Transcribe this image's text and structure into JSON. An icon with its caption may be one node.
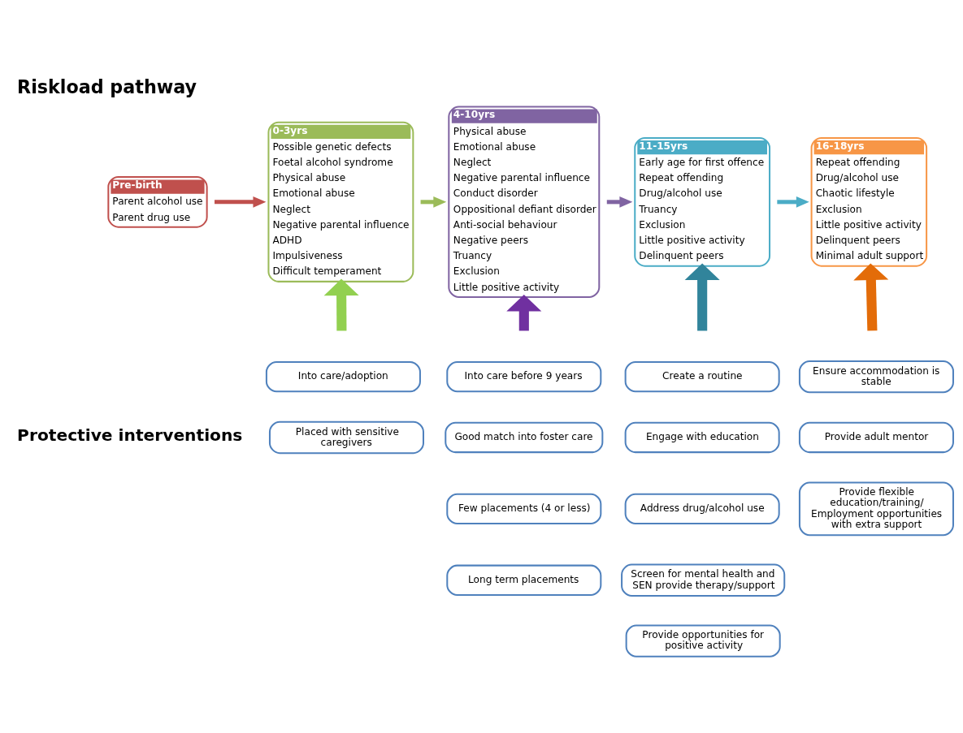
{
  "diagram": {
    "title": "Riskload pathway",
    "nodes": [
      {
        "text": [
          "Pre-birth",
          "Parent alcohol use",
          "Parent drug use"
        ]
      },
      {
        "text": [
          "0-3yrs",
          "Possible genetic defects",
          "Foetal alcohol syndrome",
          "Physical abuse",
          "Emotional abuse",
          "Neglect",
          "Negative parental influence",
          "ADHD",
          "Impulsiveness",
          "Difficult temperament"
        ]
      },
      {
        "text": [
          "4-10yrs",
          "Physical abuse",
          "Emotional abuse",
          "Neglect",
          "Negative parental influence",
          "Conduct disorder",
          "Oppositional defiant disorder",
          "Anti-social behaviour",
          "Negative peers",
          "Truancy",
          "Exclusion",
          "Little positive activity"
        ]
      },
      {
        "text": [
          "11-15yrs",
          "Early age for first offence",
          "Repeat offending",
          "Drug/alcohol use",
          "Truancy",
          "Exclusion",
          "Little positive activity",
          "Delinquent peers"
        ]
      },
      {
        "text": [
          "16-18yrs",
          "Repeat offending",
          "Drug/alcohol use",
          "Chaotic lifestyle",
          "Exclusion",
          "Little positive activity",
          "Delinquent peers",
          "Minimal adult support"
        ]
      },
      {
        "text": [
          "Into care/adoption"
        ]
      },
      {
        "text": [
          "Placed with sensitive caregivers"
        ]
      },
      {
        "text": [
          "Into care before 9 years"
        ]
      },
      {
        "text": [
          "Good match into foster care"
        ]
      },
      {
        "text": [
          "Few placements (4 or less)"
        ]
      },
      {
        "text": [
          "Long term placements"
        ]
      },
      {
        "text": [
          "Create a routine"
        ]
      },
      {
        "text": [
          "Engage with education"
        ]
      },
      {
        "text": [
          "Address drug/alcohol use"
        ]
      },
      {
        "text": [
          "Screen for mental health and SEN provide therapy/support"
        ]
      },
      {
        "text": [
          "Provide opportunities for positive activity"
        ]
      },
      {
        "text": [
          "Ensure accommodation is stable"
        ]
      },
      {
        "text": [
          "Provide adult mentor"
        ]
      },
      {
        "text": [
          "Provide flexible education/training/ Employment opportunities with extra support"
        ]
      }
    ],
    "edges": [
      {
        "from": 0,
        "to": 1,
        "arrow": "to",
        "color": "#c0504d"
      },
      {
        "from": 1,
        "to": 2,
        "arrow": "to",
        "color": "#9bbb59"
      },
      {
        "from": 2,
        "to": 3,
        "arrow": "to",
        "color": "#8064a2"
      },
      {
        "from": 3,
        "to": 4,
        "arrow": "to",
        "color": "#4bacc6"
      },
      {
        "from": null,
        "to": 1,
        "arrow": "to",
        "style": "thick",
        "color": "#92d050"
      },
      {
        "from": null,
        "to": 2,
        "arrow": "to",
        "style": "thick",
        "color": "#7030a0"
      },
      {
        "from": null,
        "to": 3,
        "arrow": "to",
        "style": "thick",
        "color": "#31849b"
      },
      {
        "from": null,
        "to": 4,
        "arrow": "to",
        "style": "thick",
        "color": "#e36c09"
      }
    ],
    "labels": [
      "Protective interventions"
    ]
  }
}
